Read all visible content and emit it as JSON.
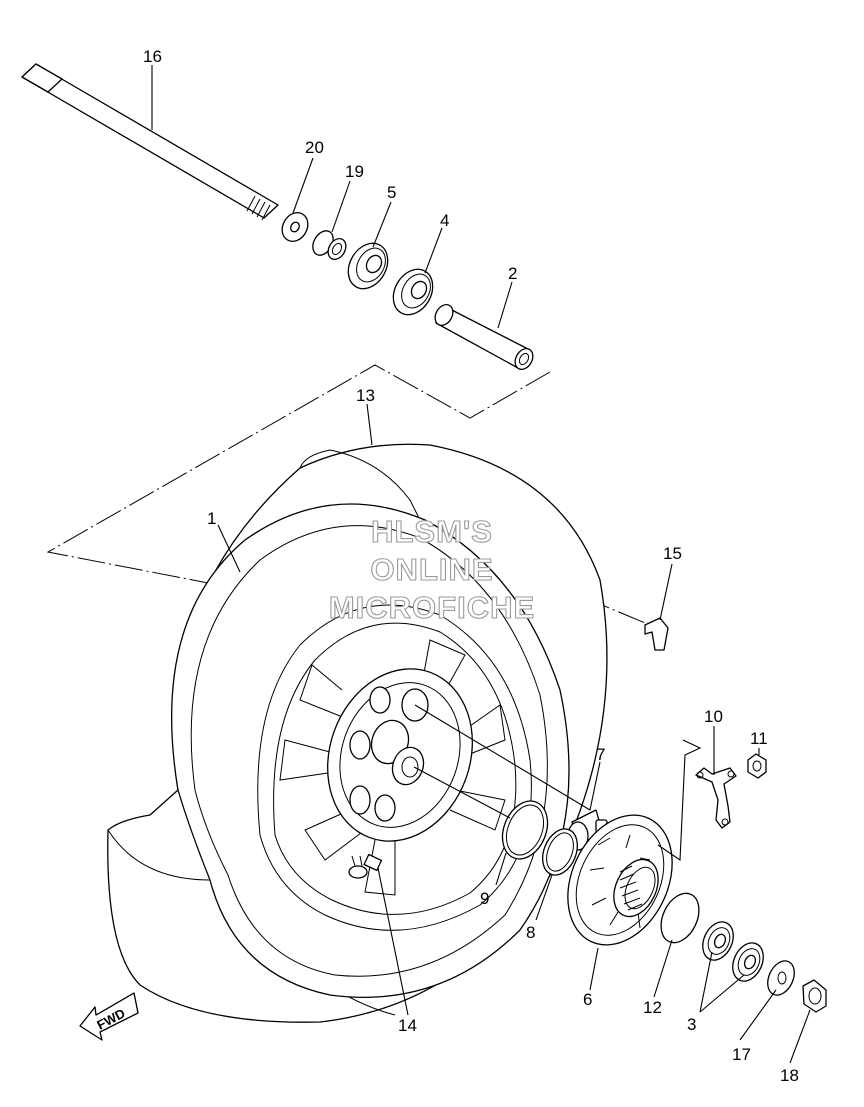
{
  "diagram": {
    "watermark": [
      "HLSM'S",
      "ONLINE",
      "MICROFICHE"
    ],
    "direction_arrow": "FWD",
    "callouts": [
      "1",
      "2",
      "3",
      "4",
      "5",
      "6",
      "7",
      "8",
      "9",
      "10",
      "11",
      "12",
      "13",
      "14",
      "15",
      "16",
      "17",
      "18",
      "19",
      "20"
    ]
  }
}
